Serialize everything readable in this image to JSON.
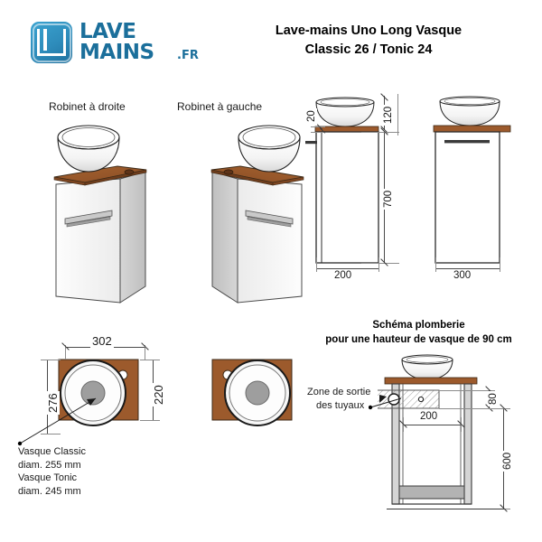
{
  "brand": {
    "logo_word1": "LAVE",
    "logo_word2": "MAINS",
    "logo_tld": ".FR",
    "logo_icon": "lm-monogram-icon",
    "logo_color": "#1b6f9b",
    "logo_accent": "#2e8cbb"
  },
  "header": {
    "title_line1": "Lave-mains Uno Long Vasque",
    "title_line2": "Classic 26 / Tonic 24"
  },
  "perspective_views": {
    "left_label": "Robinet à droite",
    "right_label": "Robinet à gauche"
  },
  "side_elevation": {
    "dim_bowl_height": "120",
    "dim_top_thickness": "20",
    "dim_cabinet_height": "700",
    "dim_depth": "200"
  },
  "front_elevation": {
    "dim_width": "300"
  },
  "plan_view": {
    "dim_width": "302",
    "dim_diagonal": "276",
    "dim_depth": "220",
    "note_line1": "Vasque Classic",
    "note_line2": "diam. 255 mm",
    "note_line3": "Vasque Tonic",
    "note_line4": "diam. 245 mm"
  },
  "plumbing_schema": {
    "title_line1": "Schéma plomberie",
    "title_line2": "pour une hauteur de vasque de 90 cm",
    "callout_line1": "Zone de sortie",
    "callout_line2": "des tuyaux",
    "dim_zone_height": "80",
    "dim_zone_width": "200",
    "dim_clearance": "600"
  },
  "colors": {
    "wood": "#9c5a2c",
    "cabinet": "#ffffff",
    "outline": "#2b2b2b",
    "dimension": "#4a4a4a"
  }
}
